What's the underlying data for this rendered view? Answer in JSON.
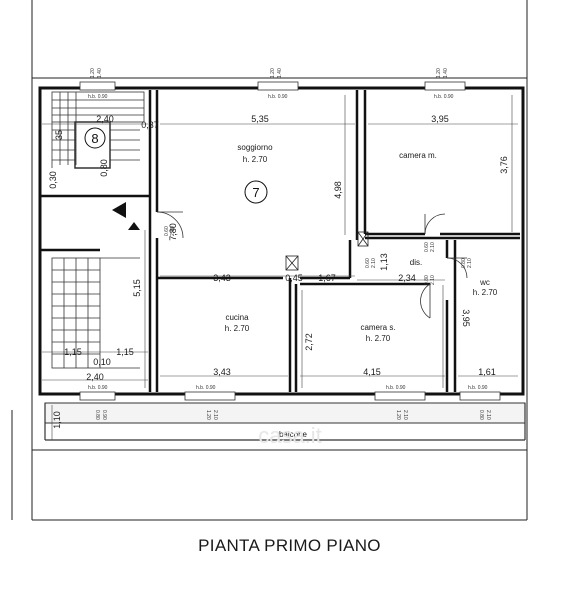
{
  "title": "PIANTA PRIMO PIANO",
  "watermark": "casa.it",
  "unit_numbers": {
    "main": "7",
    "stair": "8"
  },
  "rooms": {
    "soggiorno": {
      "name": "soggiorno",
      "height": "h. 2.70"
    },
    "camera_m": {
      "name": "camera m."
    },
    "cucina": {
      "name": "cucina",
      "height": "h. 2.70"
    },
    "camera_s": {
      "name": "camera s.",
      "height": "h. 2.70"
    },
    "dis": {
      "name": "dis."
    },
    "wc": {
      "name": "wc",
      "height": "h. 2.70"
    },
    "balcone": {
      "name": "balcone"
    }
  },
  "dimensions": {
    "stair_width_top": "2,40",
    "wall_037": "0,37",
    "soggiorno_w": "5,35",
    "camera_m_w": "3,95",
    "camera_m_h": "3,76",
    "soggiorno_h": "4,98",
    "stair_35": "35",
    "corr_080": "0,80",
    "corr_030": "0,30",
    "door_780": "7,80",
    "stair_515": "5,15",
    "kitchen_w_top": "3,43",
    "mid_045": "0,45",
    "mid_167": "1,67",
    "dis_113": "1,13",
    "dis_234": "2,34",
    "wc_395": "3,95",
    "cam_s_h": "2,72",
    "stair_115_l": "1,15",
    "stair_115_r": "1,15",
    "stair_010": "0,10",
    "stair_240": "2,40",
    "kitchen_w_bot": "3,43",
    "cam_s_w": "4,15",
    "wc_w": "1,61",
    "balcony_110": "1,10"
  },
  "window_labels": {
    "a": "1.20",
    "b": "1.40",
    "hb": "h.b. 0.90",
    "c": "0.60",
    "d": "1.60",
    "e": "2.10",
    "f": "0.80",
    "g": "0.90",
    "h": "1.20"
  }
}
